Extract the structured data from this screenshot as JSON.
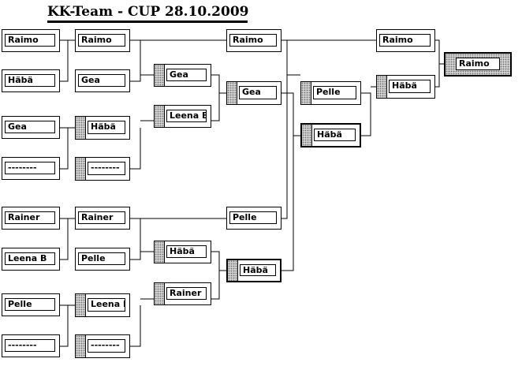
{
  "title": "KK-Team -  CUP  28.10.2009",
  "round1": [
    "Raimo",
    "Häbä",
    "Gea",
    "--------",
    "Rainer",
    "Leena B",
    "Pelle",
    "--------"
  ],
  "round2": [
    "Raimo",
    "Gea",
    "Häbä",
    "--------",
    "Rainer",
    "Pelle",
    "Leena B",
    "--------"
  ],
  "round3": [
    "Gea",
    "Leena B",
    "Häbä",
    "Rainer"
  ],
  "round4": [
    "Raimo",
    "Gea",
    "Pelle",
    "Häbä"
  ],
  "round5": [
    "Pelle",
    "Häbä"
  ],
  "round6": [
    "Raimo",
    "Häbä"
  ],
  "winner": "Raimo"
}
